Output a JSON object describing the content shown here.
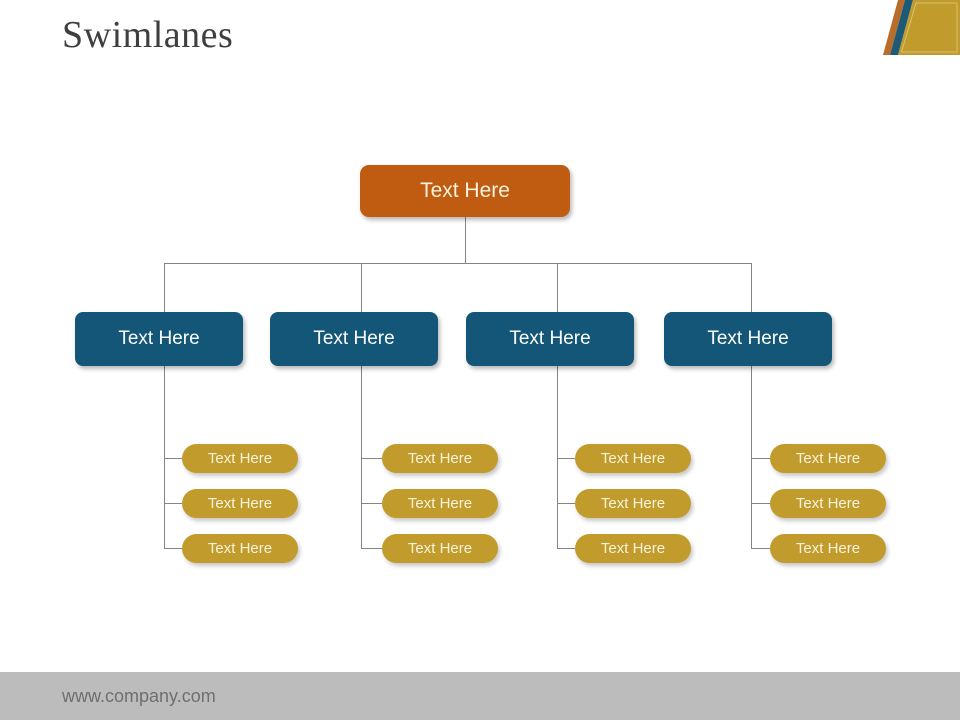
{
  "slide_title": "Swimlanes",
  "footer": {
    "website": "www.company.com"
  },
  "org_chart": {
    "root": {
      "label": "Text Here"
    },
    "branches": [
      {
        "label": "Text Here",
        "children": [
          "Text Here",
          "Text Here",
          "Text Here"
        ]
      },
      {
        "label": "Text Here",
        "children": [
          "Text Here",
          "Text Here",
          "Text Here"
        ]
      },
      {
        "label": "Text Here",
        "children": [
          "Text Here",
          "Text Here",
          "Text Here"
        ]
      },
      {
        "label": "Text Here",
        "children": [
          "Text Here",
          "Text Here",
          "Text Here"
        ]
      }
    ]
  },
  "colors": {
    "root_node": "#C05C12",
    "branch_node": "#135677",
    "leaf_node": "#C19B2B",
    "connector": "#848484",
    "title_text": "#3F3F3F",
    "footer_bar": "#BCBCBC",
    "footer_text": "#6F6F6F",
    "corner_gold": "#C19B2B",
    "corner_stripe_teal": "#1C5A77",
    "corner_stripe_orange": "#B96D2A"
  }
}
